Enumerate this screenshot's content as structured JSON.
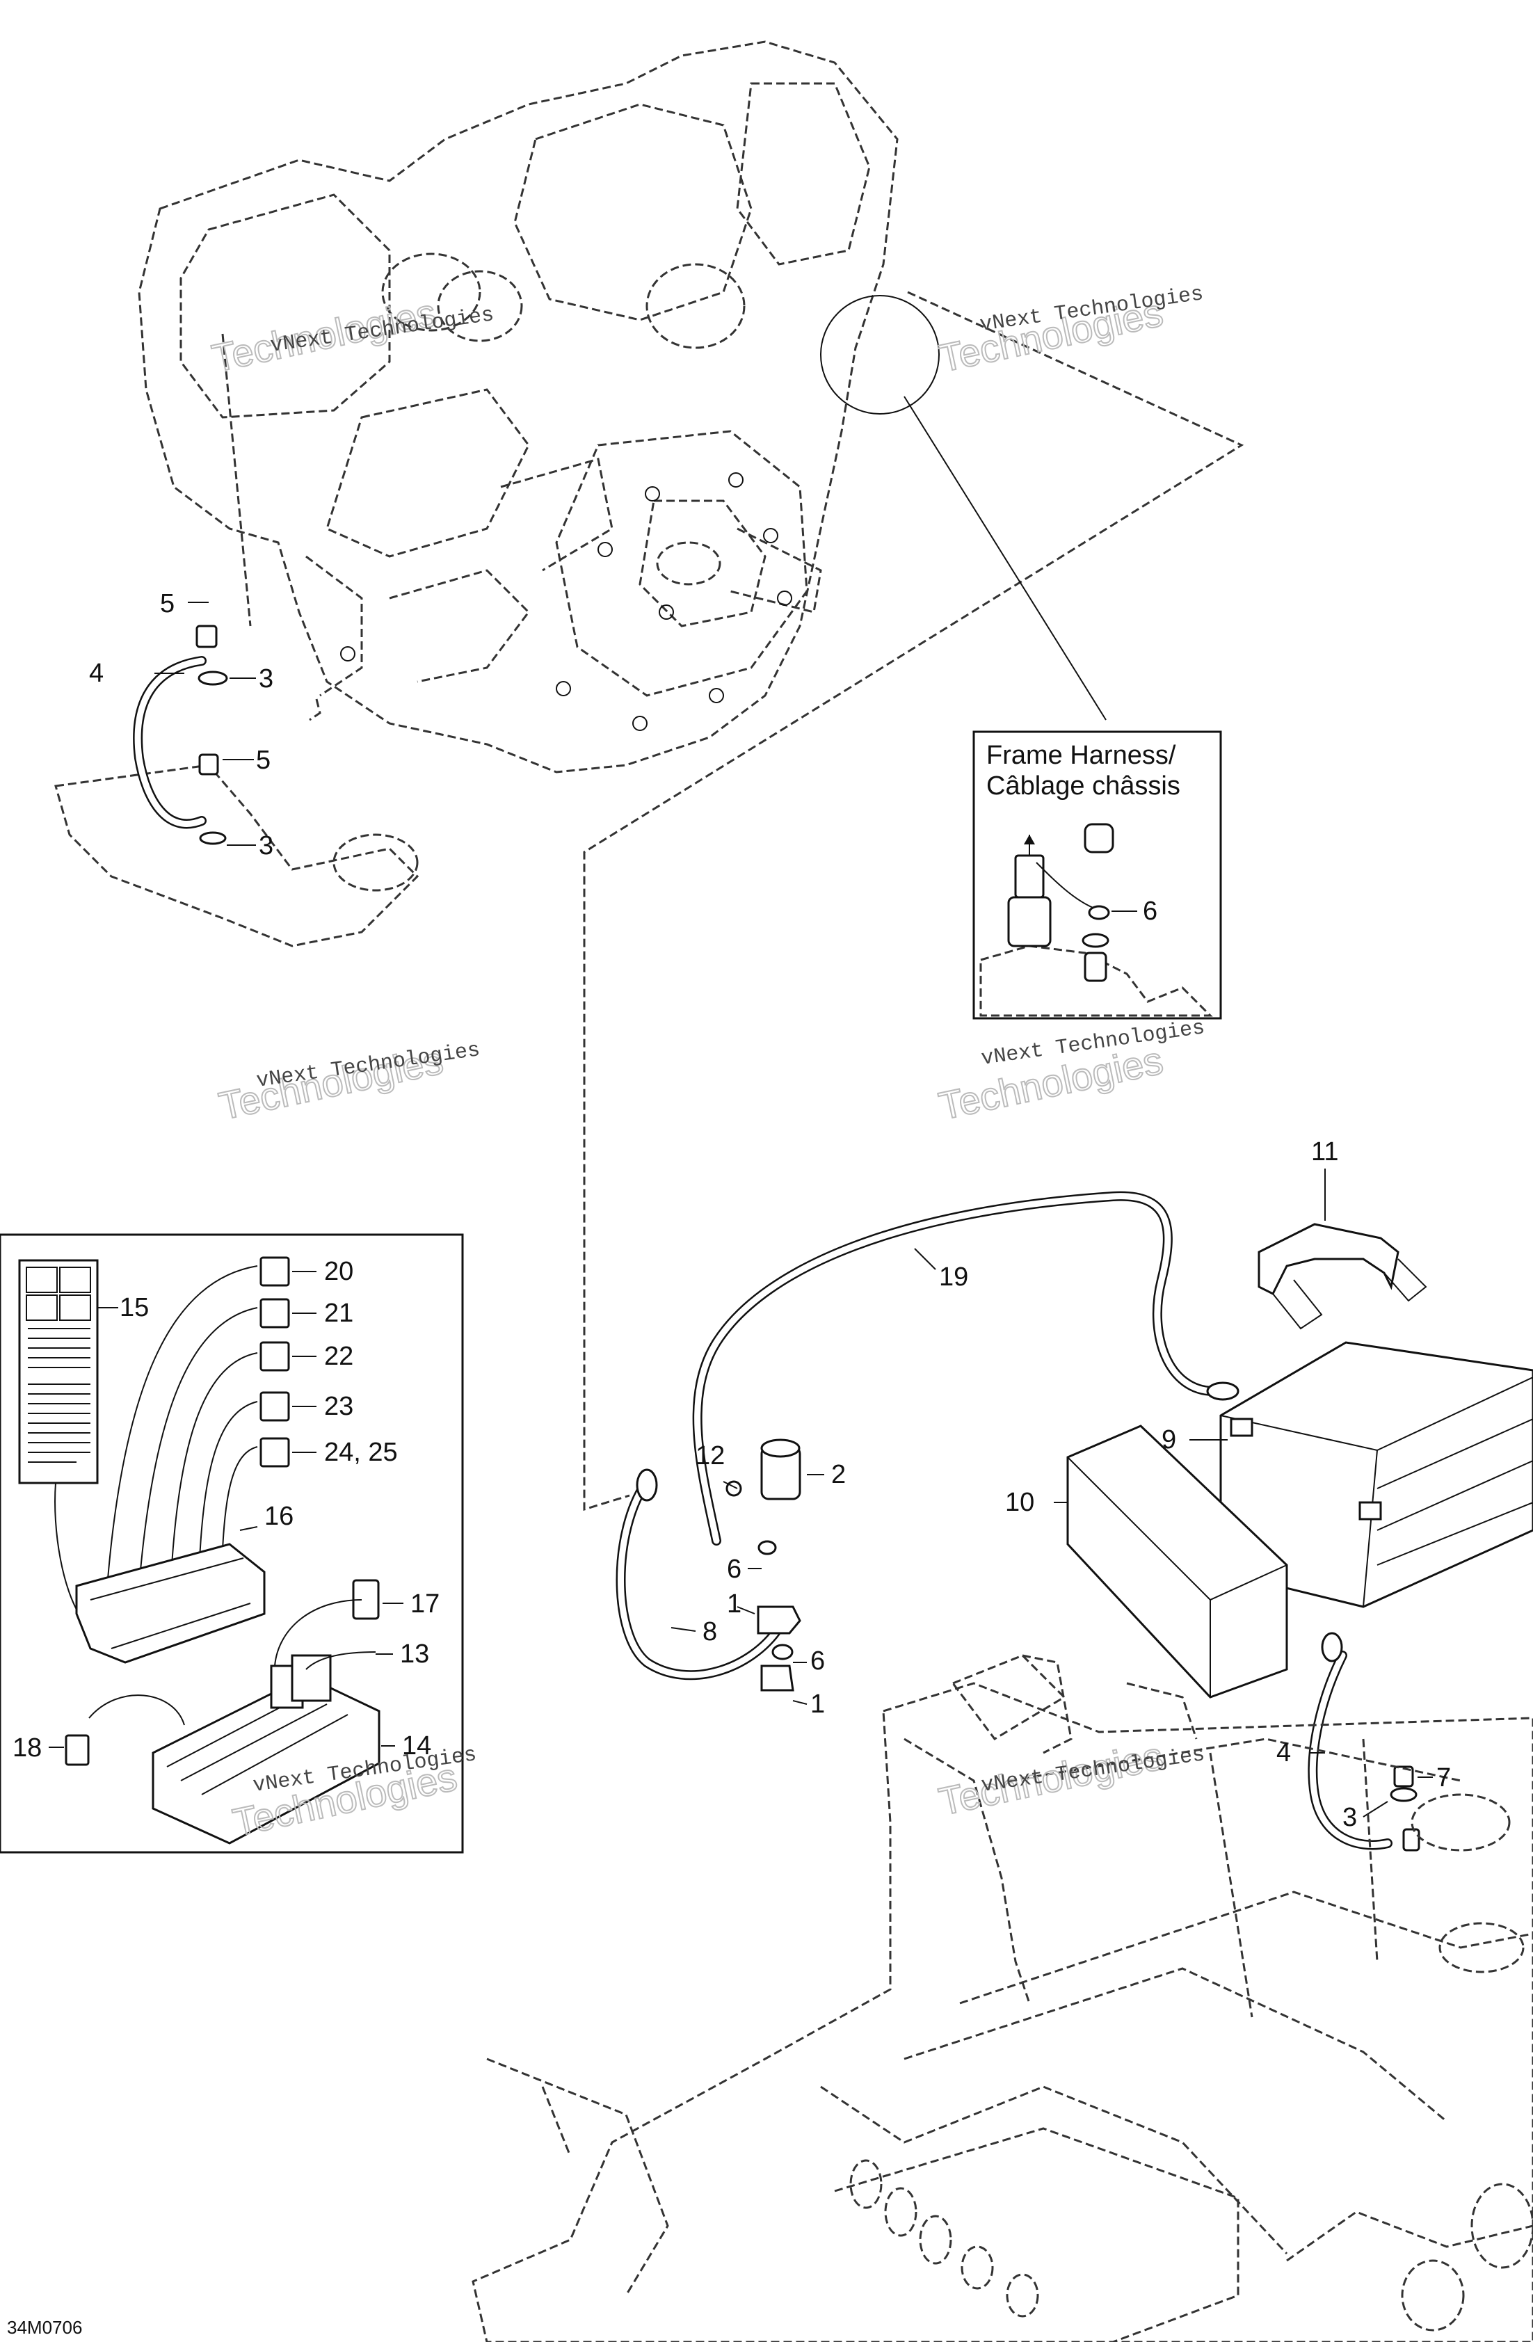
{
  "figure_code": "34M0706",
  "inset": {
    "title_line1": "Frame Harness/",
    "title_line2": "Câblage châssis",
    "callout": "6"
  },
  "watermark": {
    "line1": "vNext Technologies",
    "line2": "Technologies"
  },
  "callouts": {
    "engine_bolt_top": "5",
    "engine_cable": "4",
    "engine_washer_top": "3",
    "engine_bolt_mid": "5",
    "engine_washer_mid": "3",
    "fuse_20": "20",
    "fuse_21": "21",
    "fuse_22": "22",
    "fuse_23": "23",
    "fuse_24_25": "24, 25",
    "label_15": "15",
    "cover_16": "16",
    "relay_17": "17",
    "relay_13": "13",
    "fusebox_14": "14",
    "fuse_18": "18",
    "solenoid_2": "2",
    "screw_12": "12",
    "nut_6_upper": "6",
    "connector_1_upper": "1",
    "cable_8": "8",
    "nut_6_lower": "6",
    "connector_1_lower": "1",
    "cable_19": "19",
    "strap_11": "11",
    "battery_9": "9",
    "pad_10": "10",
    "ground_cable_4": "4",
    "bolt_7": "7",
    "washer_3": "3"
  }
}
